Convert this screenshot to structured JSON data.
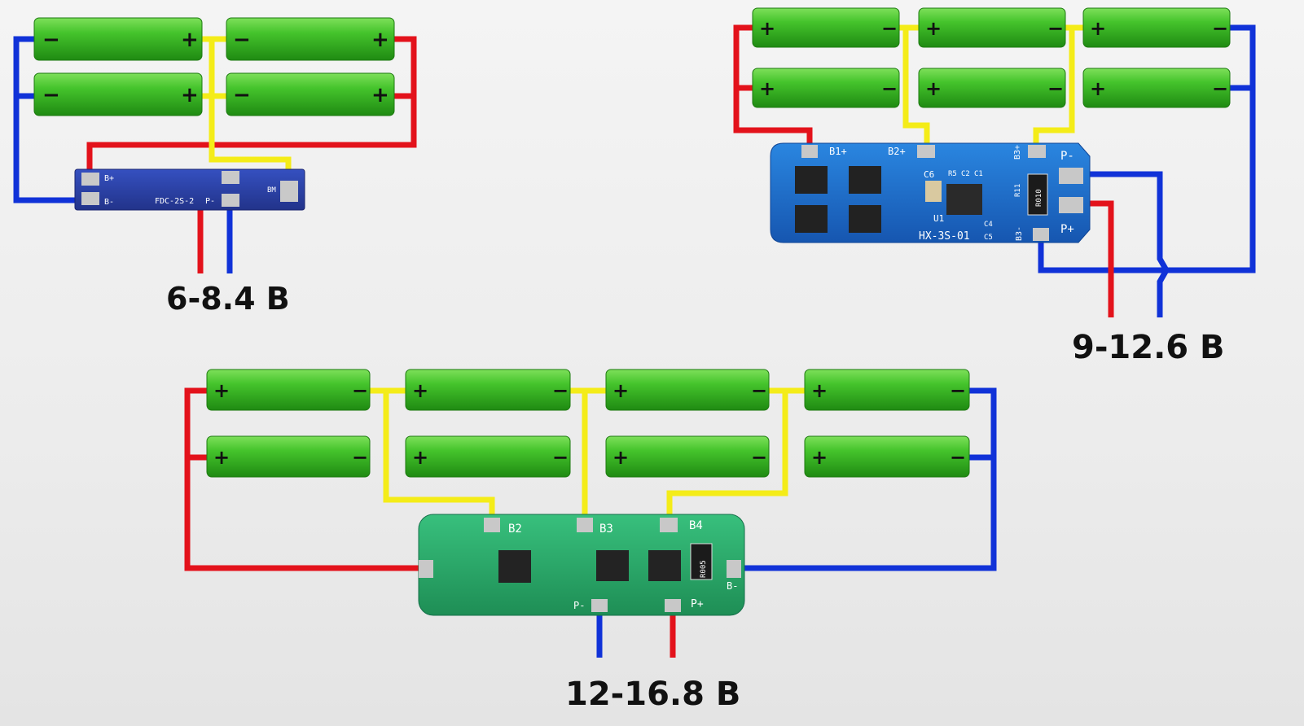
{
  "colors": {
    "cell": "#3fbf2a",
    "cell_dark": "#238a16",
    "wire_positive": "#e3121b",
    "wire_negative": "#1032d8",
    "wire_balance": "#f4ec18",
    "pcb_blue": "#1f6fd0",
    "pcb_navy": "#2b3fa6",
    "pcb_green": "#27a96a"
  },
  "pack_2s": {
    "voltage_label": "6-8.4 B",
    "pcb_labels": {
      "b_plus": "B+",
      "b_minus": "B-",
      "model": "FDC-2S-2",
      "p_minus": "P-",
      "bm": "BM"
    }
  },
  "pack_3s": {
    "voltage_label": "9-12.6 B",
    "pcb_labels": {
      "b1_plus": "B1+",
      "b2_plus": "B2+",
      "b3_plus": "B3+",
      "b3_minus": "B3-",
      "p_minus": "P-",
      "p_plus": "P+",
      "model": "HX-3S-01",
      "c6": "C6",
      "r5": "R5",
      "c2": "C2",
      "c1": "C1",
      "u1": "U1",
      "r11": "R11",
      "r010": "R010",
      "c4": "C4",
      "c5": "C5"
    }
  },
  "pack_4s": {
    "voltage_label": "12-16.8 B",
    "pcb_labels": {
      "b2": "B2",
      "b3": "B3",
      "b4": "B4",
      "p_plus": "P+",
      "p_minus": "P-",
      "b_minus": "B-",
      "r005": "R005"
    }
  },
  "cell_terminals": {
    "plus": "+",
    "minus": "−"
  }
}
